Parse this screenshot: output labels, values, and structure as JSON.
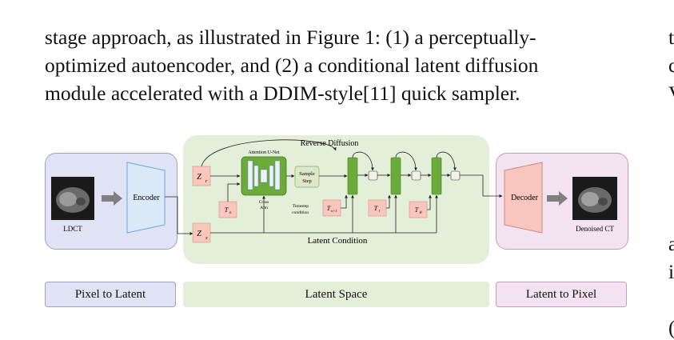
{
  "paragraph": {
    "lines": [
      "stage approach, as illustrated in Figure 1: (1) a perceptually-",
      "optimized autoencoder, and (2) a conditional latent diffusion",
      "module accelerated with a DDIM-style[11] quick sampler."
    ],
    "right_column_fragments": [
      "t",
      "c",
      "V",
      "a",
      "i",
      "("
    ]
  },
  "figure": {
    "reverse_diffusion": "Reverse Diffusion",
    "attention_unet": "Attention U-Net",
    "cross_attn": [
      "Cross",
      "Attn"
    ],
    "encoder": "Encoder",
    "decoder": "Decoder",
    "ldct": "LDCT",
    "denoised_ct": "Denoised CT",
    "sample_step": [
      "Sample",
      "Step"
    ],
    "timestep_condition": [
      "Timestep",
      "condition"
    ],
    "latent_condition": "Latent Condition",
    "z_r": "Z",
    "z_r_sub": "r",
    "z_x": "Z",
    "z_x_sub": "x",
    "tau_n": "T",
    "tau_n_sub": "n",
    "tau_n1": "T",
    "tau_n1_sub": "n+1",
    "tau_t": "T",
    "tau_t_sub": "t",
    "tau_theta": "T",
    "tau_theta_sub": "θ"
  },
  "stages": {
    "pixel_to_latent": "Pixel to Latent",
    "latent_space": "Latent Space",
    "latent_to_pixel": "Latent to Pixel"
  },
  "colors": {
    "blue_panel": "#dfe3f3",
    "green_panel": "#e4efda",
    "pink_panel": "#f3e2f0",
    "latent_pink": "#f8c6bc",
    "unet_green": "#6aab3a",
    "arrow_gray": "#808080"
  }
}
